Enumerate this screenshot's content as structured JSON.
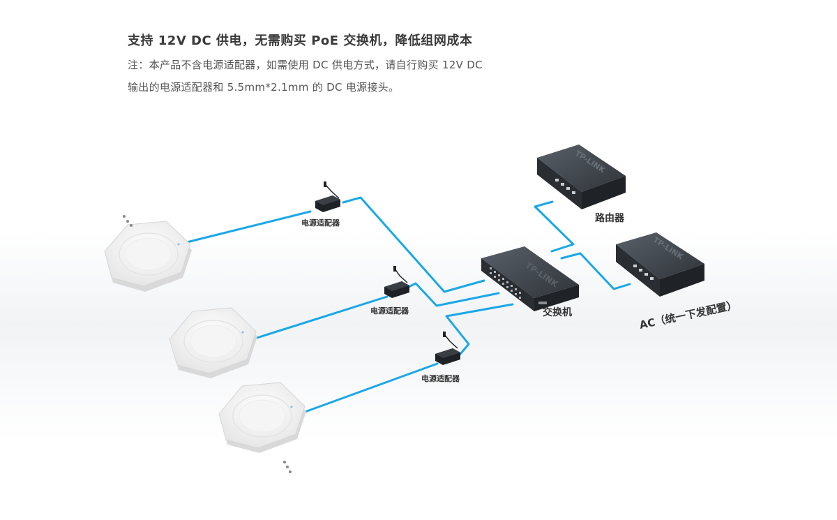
{
  "header": {
    "title": "支持 12V DC 供电，无需购买 PoE 交换机，降低组网成本",
    "note_line1": "注：本产品不含电源适配器，如需使用 DC 供电方式，请自行购买 12V DC",
    "note_line2": "输出的电源适配器和 5.5mm*2.1mm 的 DC 电源接头。"
  },
  "devices": {
    "adapter_label": "电源适配器",
    "switch_label": "交换机",
    "router_label": "路由器",
    "ac_label": "AC（统一下发配置）",
    "brand_text": "TP-LINK"
  },
  "colors": {
    "cable": "#1aa7e8",
    "device_dark": "#3a3f46",
    "ap_white": "#f7f7f7"
  }
}
